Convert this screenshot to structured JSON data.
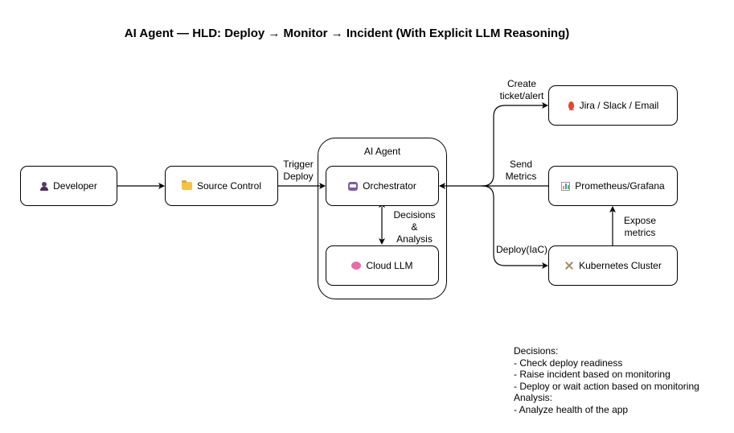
{
  "title": "AI Agent — HLD: Deploy → Monitor → Incident (With Explicit LLM Reasoning)",
  "group": {
    "label": "AI Agent"
  },
  "nodes": {
    "developer": {
      "label": "Developer",
      "icon": "person-icon"
    },
    "source_control": {
      "label": "Source Control",
      "icon": "folder-icon"
    },
    "orchestrator": {
      "label": "Orchestrator",
      "icon": "robot-icon"
    },
    "cloud_llm": {
      "label": "Cloud LLM",
      "icon": "brain-icon"
    },
    "jira": {
      "label": "Jira / Slack / Email",
      "icon": "fire-icon"
    },
    "prometheus": {
      "label": "Prometheus/Grafana",
      "icon": "bar-chart-icon"
    },
    "kubernetes": {
      "label": "Kubernetes Cluster",
      "icon": "tools-icon"
    }
  },
  "edges": {
    "trigger_deploy": {
      "line1": "Trigger",
      "line2": "Deploy"
    },
    "decisions": {
      "line1": "Decisions",
      "line2": "&",
      "line3": "Analysis"
    },
    "create_ticket": {
      "line1": "Create",
      "line2": "ticket/alert"
    },
    "send_metrics": {
      "line1": "Send",
      "line2": "Metrics"
    },
    "deploy_iac": {
      "line1": "Deploy(IaC)"
    },
    "expose_metrics": {
      "line1": "Expose",
      "line2": "metrics"
    }
  },
  "notes": [
    "Decisions:",
    "- Check deploy readiness",
    "- Raise incident based on monitoring",
    "- Deploy or wait action based on monitoring",
    "Analysis:",
    "- Analyze health of the app"
  ]
}
